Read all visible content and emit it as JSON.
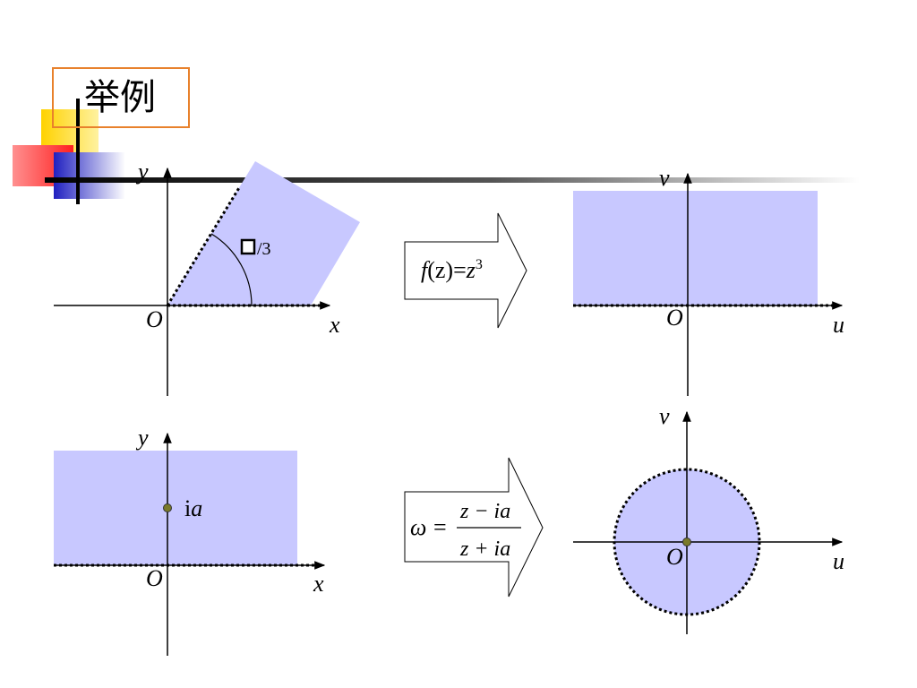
{
  "title": "举例",
  "colors": {
    "region": "#c8c8ff",
    "accent_orange": "#e8812c",
    "point": "#7a7a2a"
  },
  "diagram1": {
    "z_plane": {
      "y_label": "y",
      "x_label": "x",
      "origin_label": "O",
      "angle_label": "/3"
    },
    "mapping": {
      "f": "f",
      "paren_z": "(z)=",
      "z": "z",
      "exp": "3"
    },
    "w_plane": {
      "v_label": "v",
      "u_label": "u",
      "origin_label": "O"
    }
  },
  "diagram2": {
    "z_plane": {
      "y_label": "y",
      "x_label": "x",
      "origin_label": "O",
      "point_i": "i",
      "point_a": "a"
    },
    "mapping": {
      "omega": "ω",
      "eq": "=",
      "numerator": "z − ia",
      "denominator": "z + ia"
    },
    "w_plane": {
      "v_label": "v",
      "u_label": "u",
      "origin_label": "O"
    }
  }
}
